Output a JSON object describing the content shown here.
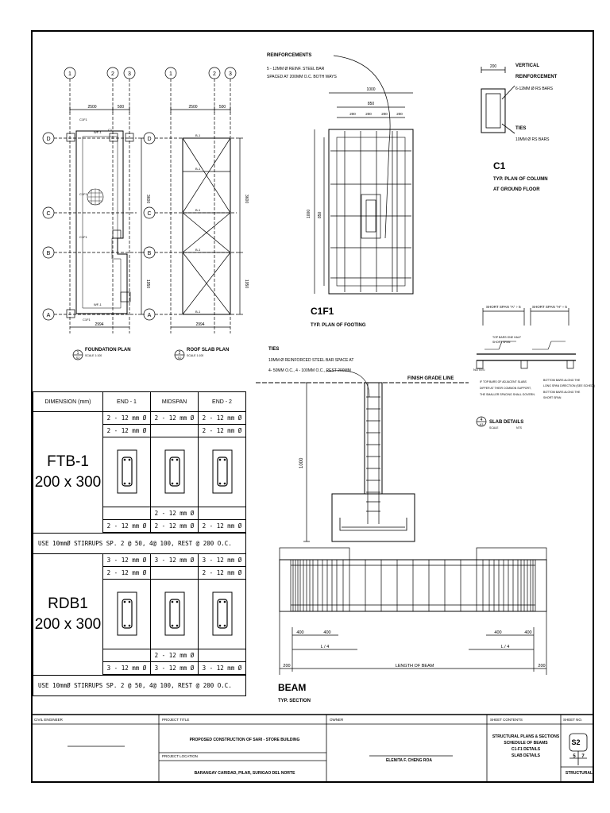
{
  "foundation_plan": {
    "title": "FOUNDATION PLAN",
    "scale": "SCALE 1:100",
    "marker_num": "1",
    "marker_sheet": "S2",
    "grid_cols": [
      "1",
      "2",
      "3"
    ],
    "grid_rows": [
      "D",
      "C",
      "B",
      "A"
    ],
    "dim_top_a": "2500",
    "dim_top_b": "500",
    "dim_bottom": "2994",
    "dim_right_a": "3600",
    "dim_right_b": "1950",
    "tags": [
      "C1F1",
      "C1F1",
      "C1F1",
      "C1F1",
      "WF-1",
      "WF-1",
      "C1"
    ]
  },
  "roof_plan": {
    "title": "ROOF SLAB PLAN",
    "scale": "SCALE 1:100",
    "marker_num": "2",
    "marker_sheet": "S2",
    "grid_cols": [
      "1",
      "2",
      "3"
    ],
    "grid_rows": [
      "D",
      "C",
      "B",
      "A"
    ],
    "dim_top_a": "2500",
    "dim_top_b": "500",
    "dim_bottom": "2994",
    "dim_right_a": "3600",
    "dim_right_b": "1950",
    "tags": [
      "B-1",
      "B-1",
      "B-1",
      "B-1",
      "B-1"
    ]
  },
  "footing": {
    "reinf_title": "REINFORCEMENTS",
    "reinf_line1": "5 - 12MM Ø REINF. STEEL BAR",
    "reinf_line2": "SPACED AT 200MM O.C. BOTH WAYS",
    "dim_outer": "1000",
    "dim_inner": "850",
    "dim_bars": [
      "200",
      "200",
      "200",
      "200"
    ],
    "dim_side": "1000",
    "dim_side_inner": "850",
    "title": "C1F1",
    "subtitle": "TYP. PLAN OF FOOTING"
  },
  "column": {
    "dim": "200",
    "vert_title": "VERTICAL",
    "vert_title2": "REINFORCEMENT",
    "vert_desc": "6-12MM Ø RS BARS",
    "ties_title": "TIES",
    "ties_desc": "10MM Ø RS BARS",
    "title": "C1",
    "subtitle1": "TYP. PLAN OF COLUMN",
    "subtitle2": "AT GROUND FLOOR"
  },
  "slab": {
    "span_a": "SHORT SPAN \"A\" ÷ 5",
    "span_b": "SHORT SPAN \"H\" ÷ 5",
    "note_top1": "TOP BARS ONE HALF",
    "note_top2": "SHORT SPAN",
    "notes_label": "NOTES:",
    "note1": "IF TOP BARS OF ADJACENT SLABS",
    "note2": "DIFFER AT THEIR COMMON SUPPORT,",
    "note3": "THE SMALLER SPACING SHALL GOVERN.",
    "note4": "BOTTOM BARS ALONG THE",
    "note5": "LONG SPAN DIRECTION (SEE SCHED.)",
    "note6": "BOTTOM BARS ALONG THE",
    "note7": "SHORT SPAN",
    "title": "SLAB DETAILS",
    "marker_num": "4",
    "marker_sheet": "A3",
    "scale": "SCALE",
    "scale2": "NTS"
  },
  "footing_section": {
    "ties_title": "TIES",
    "ties_line1": "10MM Ø REINFORCED STEEL BAR SPACE AT",
    "ties_line2": "4- 50MM O.C., 4 - 100MM O.C., REST 200MM",
    "grade": "FINISH GRADE LINE",
    "height": "1000"
  },
  "beam": {
    "dim_400a": "400",
    "dim_400b": "400",
    "dim_400c": "400",
    "dim_400d": "400",
    "l4a": "L / 4",
    "l4b": "L / 4",
    "d200a": "200",
    "d200b": "200",
    "length": "LENGTH OF BEAM",
    "title": "BEAM",
    "subtitle": "TYP. SECTION"
  },
  "schedule": {
    "headers": [
      "DIMENSION (mm)",
      "END - 1",
      "MIDSPAN",
      "END - 2"
    ],
    "ftb": {
      "name": "FTB-1",
      "size": "200 x 300",
      "top_r1": [
        "2 - 12 mm Ø",
        "2 - 12 mm Ø",
        "2 - 12 mm Ø"
      ],
      "top_r2": [
        "2 - 12 mm Ø",
        "",
        "2 - 12 mm Ø"
      ],
      "bot_r1": [
        "",
        "2 - 12 mm Ø",
        ""
      ],
      "bot_r2": [
        "2 - 12 mm Ø",
        "2 - 12 mm Ø",
        "2 - 12 mm Ø"
      ],
      "note": "USE 10mmØ STIRRUPS SP. 2 @ 50, 4@ 100, REST @ 200 O.C."
    },
    "rdb": {
      "name": "RDB1",
      "size": "200 x 300",
      "top_r1": [
        "3 - 12 mm Ø",
        "3 - 12 mm Ø",
        "3 - 12 mm Ø"
      ],
      "top_r2": [
        "2 - 12 mm Ø",
        "",
        "2 - 12 mm Ø"
      ],
      "bot_r1": [
        "",
        "2 - 12 mm Ø",
        ""
      ],
      "bot_r2": [
        "3 - 12 mm Ø",
        "3 - 12 mm Ø",
        "3 - 12 mm Ø"
      ],
      "note": "USE 10mmØ STIRRUPS SP. 2 @ 50, 4@ 100, REST @ 200 O.C."
    }
  },
  "title_block": {
    "civil_label": "CIVIL ENGINEER",
    "project_title_label": "PROJECT TITLE",
    "project_title": "PROPOSED CONSTRUCTION OF SARI - STORE BUILDING",
    "project_location_label": "PROJECT LOCATION",
    "project_location": "BARANGAY CARIDAD, PILAR, SURIGAO DEL NORTE",
    "owner_label": "OWNER",
    "owner": "ELENITA F. CHENG ROA",
    "contents_label": "SHEET CONTENTS",
    "contents": [
      "STRUCTURAL PLANS & SECTIONS",
      "SCHEDULE OF BEAMS",
      "C1-F1 DETAILS",
      "SLAB DETAILS"
    ],
    "sheet_no_label": "SHEET NO.",
    "sheet_code": "S2",
    "sheet_num": "5",
    "sheet_total": "7",
    "sheet_type": "STRUCTURAL"
  }
}
